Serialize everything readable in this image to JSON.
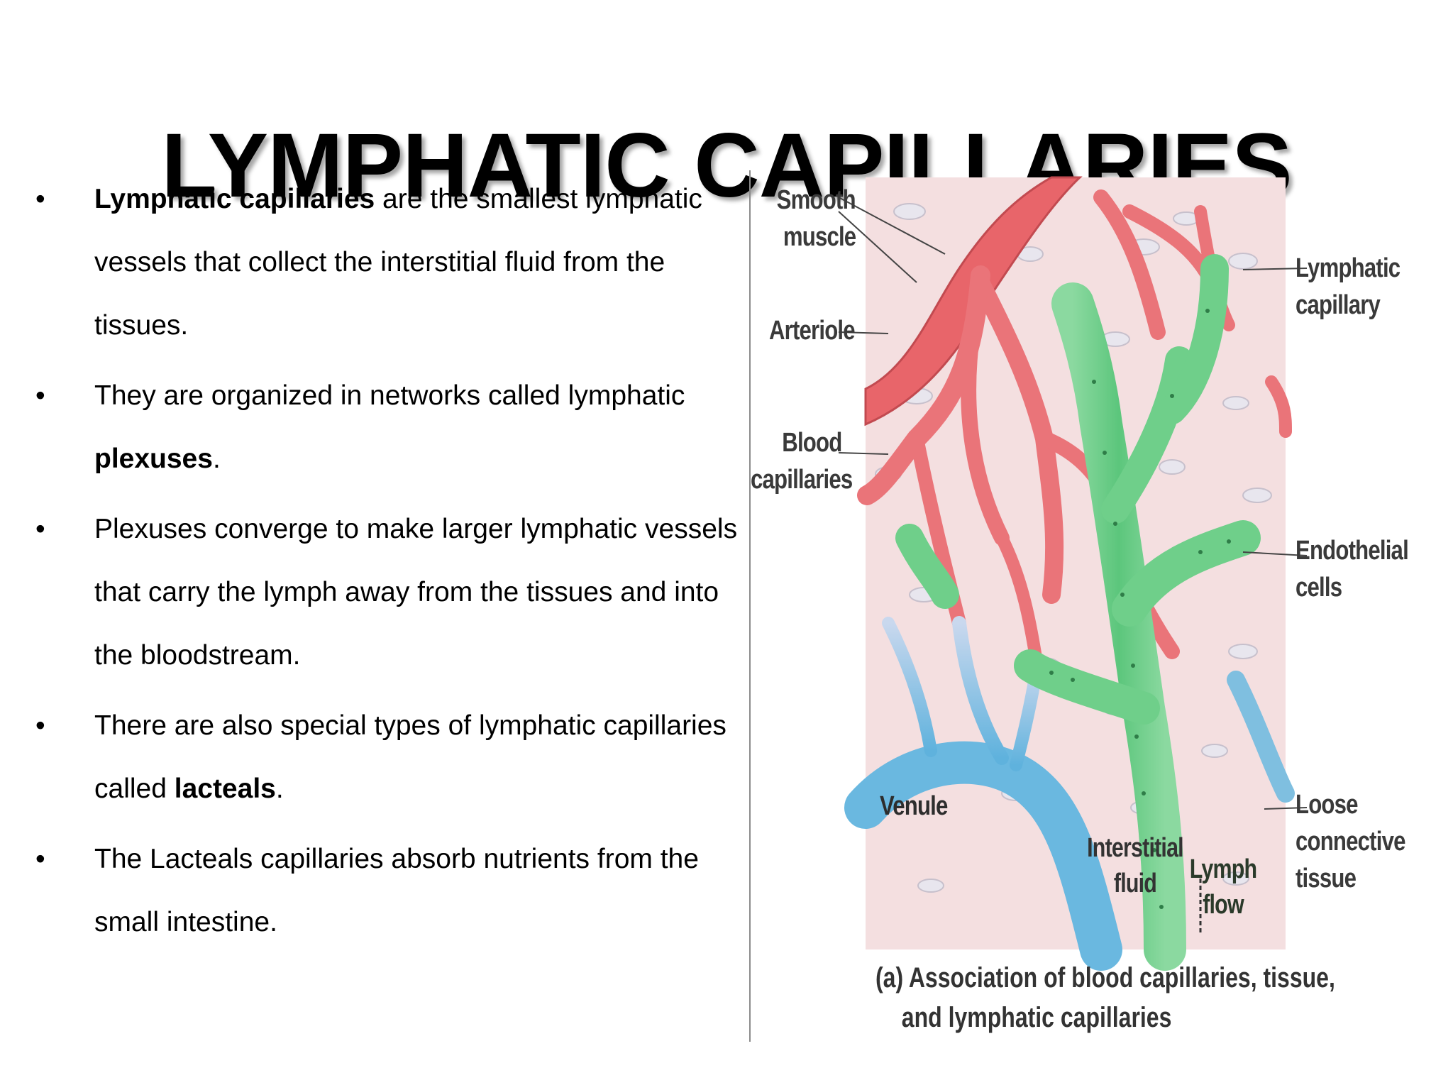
{
  "title": "LYMPHATIC CAPILLARIES",
  "bullet_marker": "•",
  "bullets": [
    {
      "bold": "Lymphatic capillaries",
      "rest": " are the smallest lymphatic vessels that collect the interstitial fluid from the tissues."
    },
    {
      "pre": "They are organized in networks called lymphatic ",
      "bold": "plexuses",
      "post": "."
    },
    {
      "text": "Plexuses converge to make larger lymphatic vessels that carry the lymph away from the tissues and into the bloodstream."
    },
    {
      "pre": "There are also special types of lymphatic capillaries called ",
      "bold": "lacteals",
      "post": "."
    },
    {
      "text": "The Lacteals capillaries absorb nutrients from the small intestine."
    }
  ],
  "figure": {
    "labels": {
      "smooth_muscle_1": "Smooth",
      "smooth_muscle_2": "muscle",
      "arteriole": "Arteriole",
      "blood_capillaries_1": "Blood",
      "blood_capillaries_2": "capillaries",
      "lymphatic_capillary_1": "Lymphatic",
      "lymphatic_capillary_2": "capillary",
      "endothelial_cells_1": "Endothelial",
      "endothelial_cells_2": "cells",
      "loose_connective_1": "Loose",
      "loose_connective_2": "connective",
      "loose_connective_3": "tissue",
      "venule": "Venule",
      "interstitial_fluid_1": "Interstitial",
      "interstitial_fluid_2": "fluid",
      "lymph_flow_1": "Lymph",
      "lymph_flow_2": "flow"
    },
    "caption_line1": "(a) Association of blood capillaries, tissue,",
    "caption_line2": "and lymphatic capillaries",
    "colors": {
      "tissue": "#f3dcdc",
      "artery": "#e8656a",
      "vein": "#7fbfe0",
      "lymph": "#6fcf8a"
    }
  }
}
